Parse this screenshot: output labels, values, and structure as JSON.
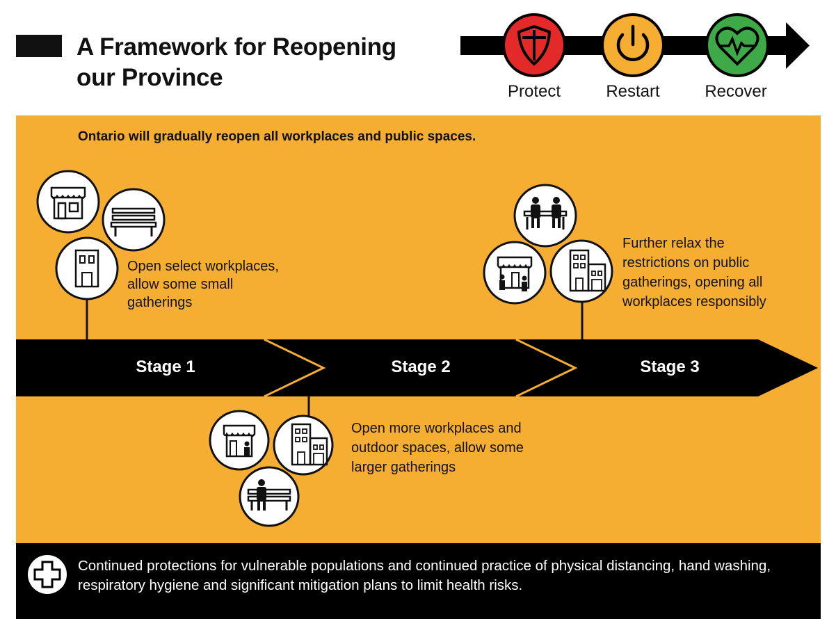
{
  "header": {
    "title_line1": "A Framework for Reopening",
    "title_line2": "our Province"
  },
  "phases": [
    {
      "label": "Protect",
      "icon": "shield-icon",
      "color": "#E42A28"
    },
    {
      "label": "Restart",
      "icon": "power-icon",
      "color": "#F6AE32"
    },
    {
      "label": "Recover",
      "icon": "heart-pulse-icon",
      "color": "#3DAA47"
    }
  ],
  "intro": "Ontario will gradually reopen all workplaces and public spaces.",
  "stages": [
    {
      "label": "Stage 1",
      "desc_lines": [
        "Open select workplaces,",
        "allow some small",
        "gatherings"
      ]
    },
    {
      "label": "Stage 2",
      "desc_lines": [
        "Open more workplaces and",
        "outdoor spaces, allow some",
        "larger gatherings"
      ]
    },
    {
      "label": "Stage 3",
      "desc_lines": [
        "Further relax the",
        "restrictions on public",
        "gatherings, opening all",
        "workplaces responsibly"
      ]
    }
  ],
  "footer": {
    "icon": "medical-cross-icon",
    "text": "Continued protections for vulnerable populations and continued practice of physical distancing, hand washing, respiratory hygiene and significant mitigation plans to limit health risks."
  },
  "colors": {
    "orange": "#F6AE32",
    "black": "#000000",
    "red": "#E42A28",
    "green": "#3DAA47"
  }
}
